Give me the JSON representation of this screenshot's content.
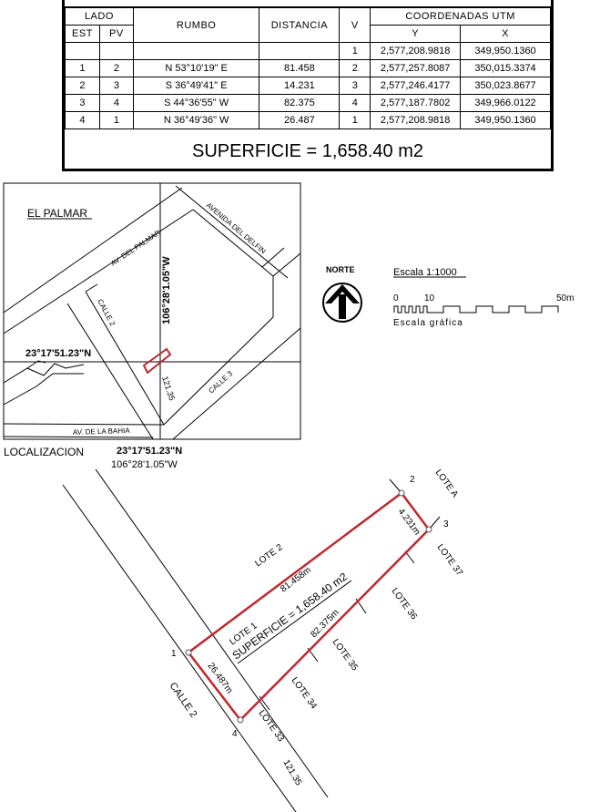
{
  "table": {
    "headers": {
      "lado": "LADO",
      "est": "EST",
      "pv": "PV",
      "rumbo": "RUMBO",
      "distancia": "DISTANCIA",
      "v": "V",
      "coordenadas": "COORDENADAS UTM",
      "y": "Y",
      "x": "X"
    },
    "first_row": {
      "v": "1",
      "y": "2,577,208.9818",
      "x": "349,950.1360"
    },
    "rows": [
      {
        "est": "1",
        "pv": "2",
        "rumbo": "N 53°10'19\" E",
        "distancia": "81.458",
        "v": "2",
        "y": "2,577,257.8087",
        "x": "350,015.3374"
      },
      {
        "est": "2",
        "pv": "3",
        "rumbo": "S 36°49'41\" E",
        "distancia": "14.231",
        "v": "3",
        "y": "2,577,246.4177",
        "x": "350,023.8677"
      },
      {
        "est": "3",
        "pv": "4",
        "rumbo": "S 44°36'55\" W",
        "distancia": "82.375",
        "v": "4",
        "y": "2,577,187.7802",
        "x": "349,966.0122"
      },
      {
        "est": "4",
        "pv": "1",
        "rumbo": "N 36°49'36\" W",
        "distancia": "26.487",
        "v": "1",
        "y": "2,577,208.9818",
        "x": "349,950.1360"
      }
    ],
    "superficie": "SUPERFICIE = 1,658.40 m2"
  },
  "location_map": {
    "area_label": "EL PALMAR",
    "streets": {
      "av_del_palmar": "AV. DEL PALMAR",
      "avenida_del_delfin": "AVENIDA DEL DELFIN",
      "calle_2": "CALLE 2",
      "calle_3": "CALLE 3",
      "av_de_la_bahia": "AV. DE LA BAHIA"
    },
    "latitude": "23°17'51.23\"N",
    "longitude": "106°28'1.05\"W",
    "distance": "121.35"
  },
  "localizacion": {
    "label": "LOCALIZACION",
    "latitude": "23°17'51.23\"N",
    "longitude": "106°28'1.05\"W"
  },
  "north": {
    "label": "NORTE"
  },
  "scale": {
    "title": "Escala 1:1000",
    "tick_0": "0",
    "tick_10": "10",
    "tick_50": "50m",
    "caption": "Escala gráfica"
  },
  "plan": {
    "vertices": [
      "1",
      "2",
      "3",
      "4"
    ],
    "lote_1": "LOTE 1",
    "superficie": "SUPERFICIE = 1,658.40 m2",
    "side_1_2": "81.458m",
    "side_2_3": "4.231m",
    "side_3_4": "82.375m",
    "side_4_1": "26.487m",
    "lote_2": "LOTE 2",
    "lote_a": "LOTE A",
    "lote_37": "LOTE 37",
    "lote_36": "LOTE 36",
    "lote_35": "LOTE 35",
    "lote_34": "LOTE 34",
    "lote_33": "LOTE 33",
    "calle_2": "CALLE 2",
    "distance": "121.35"
  },
  "colors": {
    "boundary": "#c0272d",
    "ink": "#000000"
  }
}
